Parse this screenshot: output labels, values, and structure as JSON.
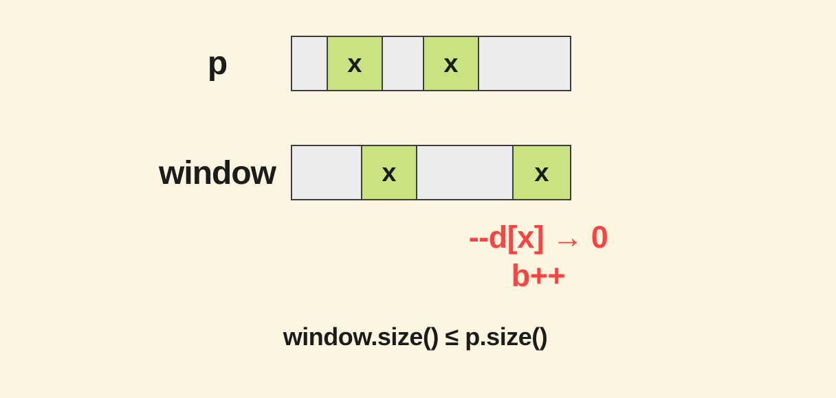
{
  "diagram": {
    "rows": [
      {
        "label": "p",
        "cells": [
          {
            "state": "empty",
            "mark": "",
            "width": 52
          },
          {
            "state": "filled",
            "mark": "x",
            "width": 80
          },
          {
            "state": "empty",
            "mark": "",
            "width": 60
          },
          {
            "state": "filled",
            "mark": "x",
            "width": 80
          },
          {
            "state": "empty",
            "mark": "",
            "width": 132
          }
        ]
      },
      {
        "label": "window",
        "cells": [
          {
            "state": "empty",
            "mark": "",
            "width": 102
          },
          {
            "state": "filled",
            "mark": "x",
            "width": 80
          },
          {
            "state": "empty",
            "mark": "",
            "width": 140
          },
          {
            "state": "filled",
            "mark": "x",
            "width": 82
          }
        ]
      }
    ],
    "annotation": {
      "line1": "--d[x] → 0",
      "line2": "b++"
    },
    "formula": "window.size() ≤ p.size()"
  },
  "colors": {
    "background": "#fcf5df",
    "cell_empty": "#ececec",
    "cell_filled": "#c9e383",
    "cell_border": "#3d3d3d",
    "text": "#1c1c1c",
    "annotation_red": "#fa4343"
  }
}
